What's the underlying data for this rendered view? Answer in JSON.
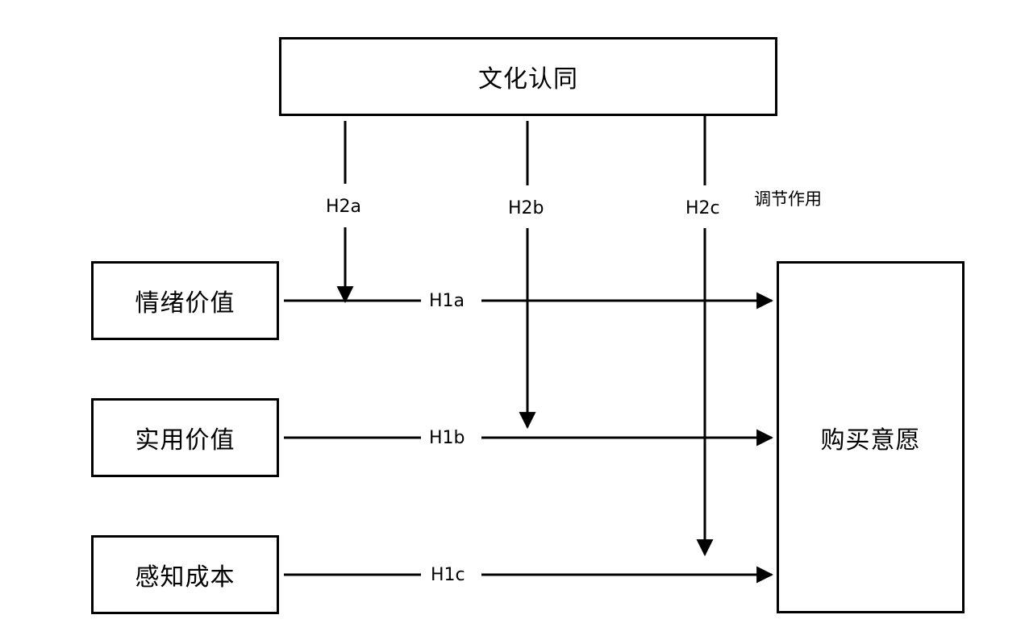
{
  "moderator": {
    "label": "文化认同"
  },
  "predictors": [
    {
      "label": "情绪价值"
    },
    {
      "label": "实用价值"
    },
    {
      "label": "感知成本"
    }
  ],
  "outcome": {
    "label": "购买意愿"
  },
  "paths": {
    "h1a": "H1a",
    "h1b": "H1b",
    "h1c": "H1c",
    "h2a": "H2a",
    "h2b": "H2b",
    "h2c": "H2c"
  },
  "note": "调节作用"
}
